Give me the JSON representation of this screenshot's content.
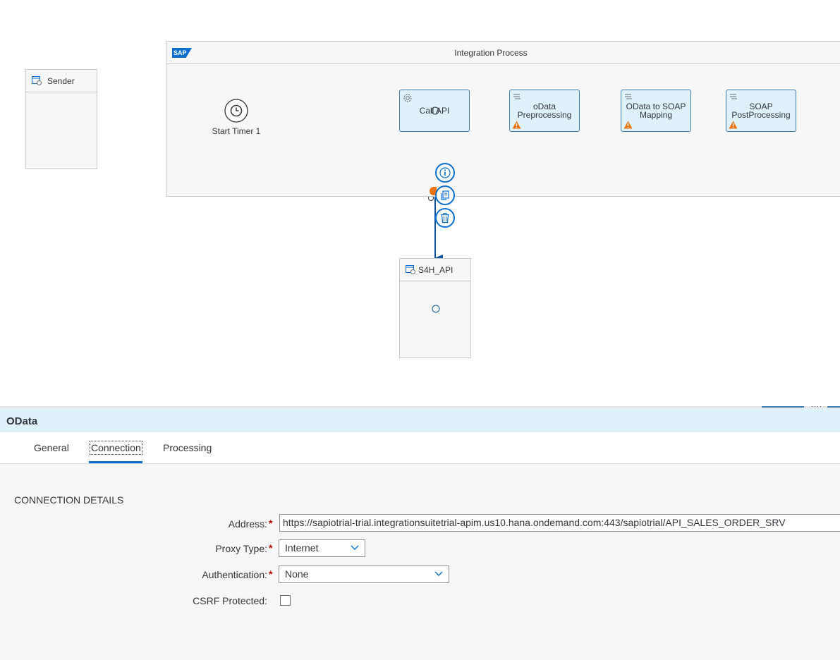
{
  "canvas": {
    "sender": {
      "label": "Sender"
    },
    "process": {
      "logo": "SAP",
      "title": "Integration Process"
    },
    "start_event": {
      "label": "Start Timer 1",
      "icon": "clock-icon"
    },
    "steps": [
      {
        "label": "Call API",
        "icon": "gear-icon",
        "warning": false
      },
      {
        "label": "oData Preprocessing",
        "icon": "script-icon",
        "warning": true
      },
      {
        "label": "OData to SOAP Mapping",
        "icon": "script-icon",
        "warning": true
      },
      {
        "label": "SOAP PostProcessing",
        "icon": "script-icon",
        "warning": true
      }
    ],
    "receiver": {
      "label": "S4H_API"
    },
    "context_actions": [
      "info-icon",
      "copy-icon",
      "trash-icon"
    ]
  },
  "panel": {
    "title": "OData",
    "tabs": [
      {
        "label": "General",
        "active": false
      },
      {
        "label": "Connection",
        "active": true
      },
      {
        "label": "Processing",
        "active": false
      }
    ],
    "section_title": "CONNECTION DETAILS",
    "fields": {
      "address": {
        "label": "Address:",
        "value": "https://sapiotrial-trial.integrationsuitetrial-apim.us10.hana.ondemand.com:443/sapiotrial/API_SALES_ORDER_SRV"
      },
      "proxy_type": {
        "label": "Proxy Type:",
        "value": "Internet"
      },
      "authentication": {
        "label": "Authentication:",
        "value": "None"
      },
      "csrf": {
        "label": "CSRF Protected:",
        "checked": false
      }
    },
    "required_mark": "*"
  },
  "colors": {
    "accent": "#0a6ed1",
    "task_fill": "#dff1fa",
    "task_border": "#427cac",
    "connector": "#427cac",
    "warning": "#e9730c",
    "required": "#bb0000"
  }
}
